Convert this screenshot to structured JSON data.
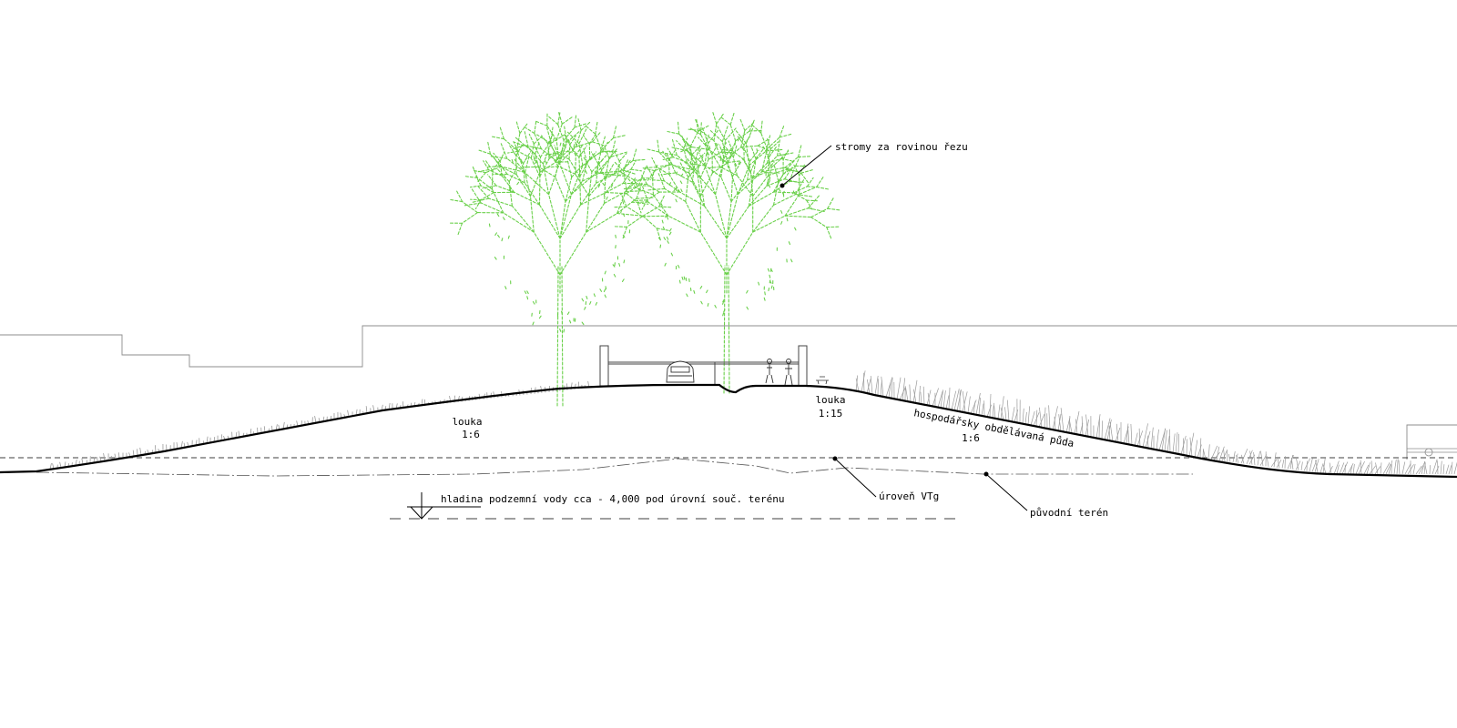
{
  "labels": {
    "trees": "stromy za rovinou řezu",
    "meadow_left": "louka",
    "meadow_left_slope": "1:6",
    "meadow_right": "louka",
    "meadow_right_slope": "1:15",
    "farmland": "hospodářsky obdělávaná půda",
    "farmland_slope": "1:6",
    "groundwater_level": "úroveň VTg",
    "original_terrain": "původní terén",
    "groundwater_note": "hladina podzemní vody cca - 4,000 pod úrovní souč. terénu"
  },
  "colors": {
    "tree_green": "#6ad04a",
    "terrain_line": "#000000",
    "grass_gray": "#9a9a9a",
    "building_outline": "#8c8c8c"
  }
}
